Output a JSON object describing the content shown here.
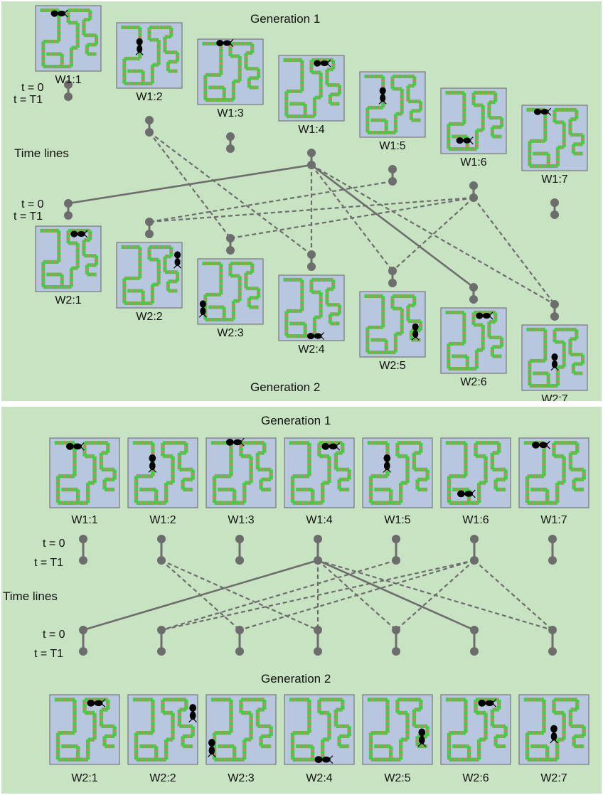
{
  "colors": {
    "panel_bg": "#c8e3c2",
    "world_bg": "#b9c6df",
    "world_border": "#666666",
    "trail_green": "#3fcf3f",
    "trail_red": "#c2846a",
    "ant": "#000000",
    "timeline": "#6d6d6d"
  },
  "top_panel": {
    "title_gen1": "Generation 1",
    "title_gen2": "Generation 2",
    "time_lines_label": "Time lines",
    "gen1_t0": "t = 0",
    "gen1_t1": "t = T1",
    "gen2_t0": "t = 0",
    "gen2_t1": "t = T1"
  },
  "bottom_panel": {
    "title_gen1": "Generation 1",
    "title_gen2": "Generation 2",
    "time_lines_label": "Time lines",
    "gen1_t0": "t = 0",
    "gen1_t1": "t = T1",
    "gen2_t0": "t = 0",
    "gen2_t1": "t = T1"
  },
  "gen1_worlds": [
    {
      "label": "W1:1",
      "ant": "ant-horizontal"
    },
    {
      "label": "W1:2",
      "ant": "ant-vertical"
    },
    {
      "label": "W1:3",
      "ant": "ant-horizontal"
    },
    {
      "label": "W1:4",
      "ant": "ant-horizontal"
    },
    {
      "label": "W1:5",
      "ant": "ant-vertical"
    },
    {
      "label": "W1:6",
      "ant": "ant-horizontal"
    },
    {
      "label": "W1:7",
      "ant": "ant-horizontal"
    }
  ],
  "gen2_worlds": [
    {
      "label": "W2:1",
      "ant": "ant-horizontal"
    },
    {
      "label": "W2:2",
      "ant": "ant-vertical"
    },
    {
      "label": "W2:3",
      "ant": "ant-vertical"
    },
    {
      "label": "W2:4",
      "ant": "ant-horizontal"
    },
    {
      "label": "W2:5",
      "ant": "ant-vertical"
    },
    {
      "label": "W2:6",
      "ant": "ant-horizontal"
    },
    {
      "label": "W2:7",
      "ant": "ant-vertical"
    }
  ],
  "links": [
    {
      "from": "W1:2",
      "to": "W2:3",
      "style": "dashed"
    },
    {
      "from": "W1:2",
      "to": "W2:4",
      "style": "dashed"
    },
    {
      "from": "W1:4",
      "to": "W2:1",
      "style": "solid"
    },
    {
      "from": "W1:4",
      "to": "W2:5",
      "style": "dashed"
    },
    {
      "from": "W1:4",
      "to": "W2:6",
      "style": "solid"
    },
    {
      "from": "W1:4",
      "to": "W2:7",
      "style": "dashed"
    },
    {
      "from": "W1:5",
      "to": "W2:2",
      "style": "dashed"
    },
    {
      "from": "W1:6",
      "to": "W2:2",
      "style": "dashed"
    },
    {
      "from": "W1:6",
      "to": "W2:3",
      "style": "dashed"
    },
    {
      "from": "W1:6",
      "to": "W2:5",
      "style": "dashed"
    },
    {
      "from": "W1:6",
      "to": "W2:7",
      "style": "dashed"
    },
    {
      "from": "W1:4",
      "to": "W2:4",
      "style": "dashed"
    }
  ]
}
